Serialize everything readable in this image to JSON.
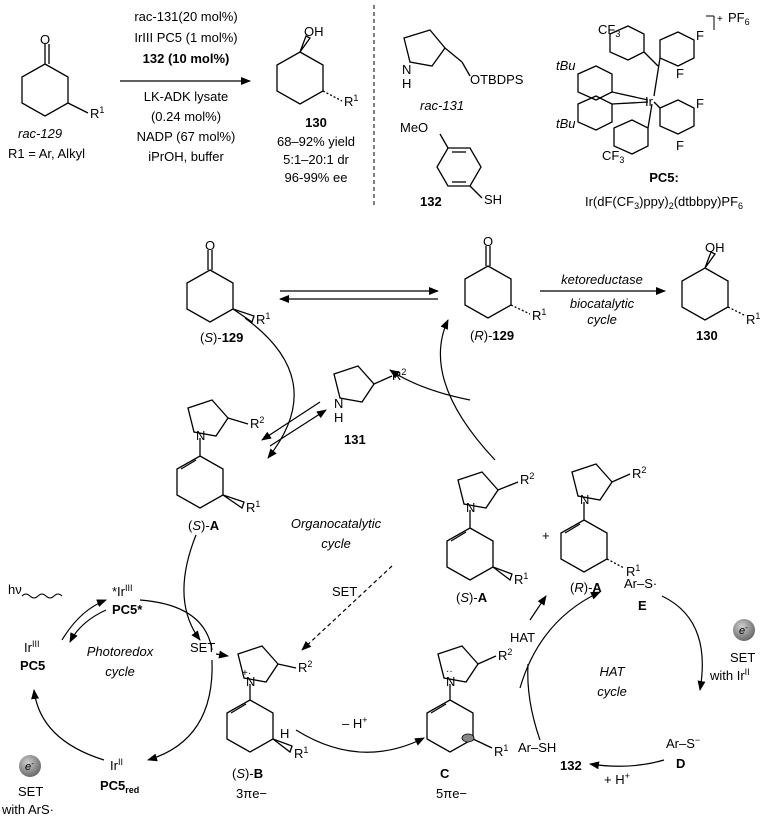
{
  "top_scheme": {
    "reagent_line1": "rac-131(20 mol%)",
    "reagent_line2": "IrIII PC5 (1 mol%)",
    "reagent_line3": "132 (10 mol%)",
    "reagent_line4": "LK-ADK lysate",
    "reagent_line5": "(0.24 mol%)",
    "reagent_line6": "NADP (67 mol%)",
    "reagent_line7": "iPrOH, buffer",
    "start_label": "rac-129",
    "start_r_def": "R1 = Ar, Alkyl",
    "product_label": "130",
    "yield": "68–92% yield",
    "dr": "5:1–20:1 dr",
    "ee": "96-99% ee",
    "cat131_label": "rac-131",
    "otbdps": "OTBDPS",
    "thiol_label": "132",
    "meo": "MeO",
    "sh": "SH",
    "pc5_label": "PC5:",
    "pc5_formula": "Ir(dF(CF3)ppy)2(dtbbpy)PF6",
    "pf6": "PF6",
    "tbu": "tBu",
    "cf3": "CF3",
    "f": "F"
  },
  "cycles": {
    "s129": "(S)-129",
    "r129": "(R)-129",
    "p130": "130",
    "ketoreductase": "ketoreductase",
    "biocatalytic": "biocatalytic",
    "cycle_word": "cycle",
    "c131": "131",
    "sA": "(S)-A",
    "rA": "(R)-A",
    "plus": "+",
    "organo1": "Organocatalytic",
    "organo2": "cycle",
    "set": "SET",
    "hv": "hν",
    "ir_star": "*IrIII",
    "pc5_star": "PC5*",
    "ir3": "IrIII",
    "pc5": "PC5",
    "photoredox1": "Photoredox",
    "photoredox2": "cycle",
    "ir2": "IrII",
    "pc5red": "PC5red",
    "set_arS": "SET",
    "with_arS": "with ArS·",
    "sB": "(S)-B",
    "three_pi": "3πe−",
    "minus_h": "– H+",
    "c_label": "C",
    "five_pi": "5πe−",
    "arsh": "Ar–SH",
    "c132": "132",
    "plus_h": "+ H+",
    "hat": "HAT",
    "hat_cycle1": "HAT",
    "hat_cycle2": "cycle",
    "ars_rad": "Ar–S·",
    "e_label": "E",
    "ars_anion": "Ar–S−",
    "d_label": "D",
    "set_ir": "SET",
    "with_ir": "with IrII",
    "electron": "e−"
  }
}
